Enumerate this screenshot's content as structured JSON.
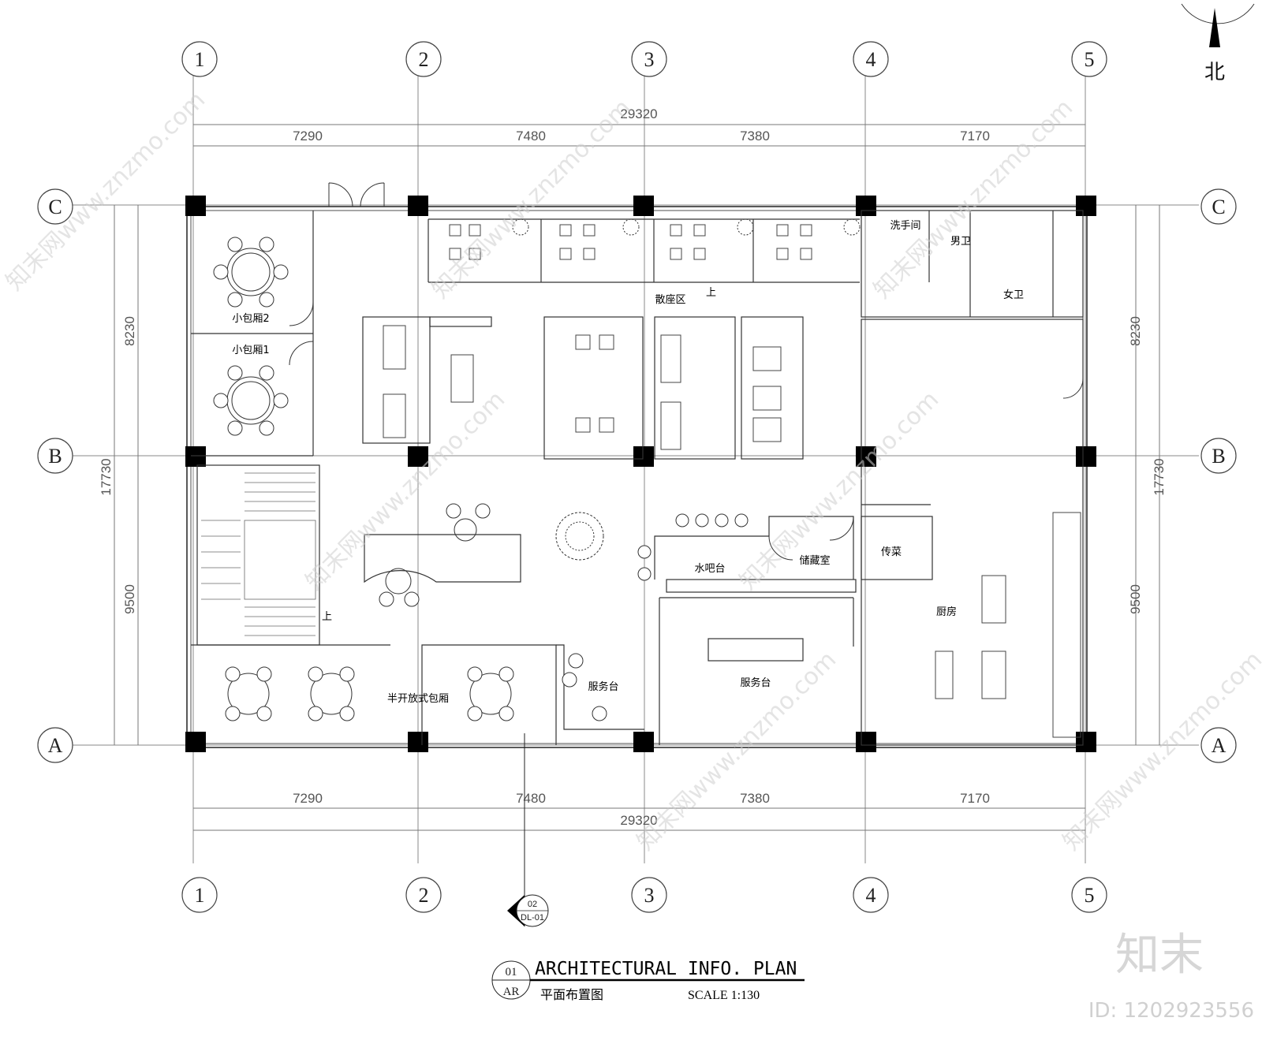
{
  "north_label": "北",
  "grid": {
    "columns": [
      "1",
      "2",
      "3",
      "4",
      "5"
    ],
    "rows": [
      "C",
      "B",
      "A"
    ]
  },
  "dimensions": {
    "total_width": "29320",
    "bays": [
      "7290",
      "7480",
      "7380",
      "7170"
    ],
    "total_depth": "17730",
    "row_spans": [
      "8230",
      "9500"
    ]
  },
  "rooms": {
    "private_room_2": "小包厢2",
    "private_room_1": "小包厢1",
    "open_seating": "散座区",
    "washroom": "洗手间",
    "mens_toilet": "男卫",
    "womens_toilet": "女卫",
    "water_bar": "水吧台",
    "storage": "储藏室",
    "serving_pass": "传菜",
    "kitchen": "厨房",
    "service_desk_left": "服务台",
    "service_desk_center": "服务台",
    "semi_open_rooms": "半开放式包厢",
    "stair_up": "上",
    "up_marker": "上"
  },
  "section_marker": {
    "number": "02",
    "sheet": "DL-01"
  },
  "title_block": {
    "number": "01",
    "sheet": "AR",
    "title": "ARCHITECTURAL  INFO.  PLAN",
    "subtitle": "平面布置图",
    "scale": "SCALE 1:130"
  },
  "watermark": {
    "text": "知末网www.znzmo.com",
    "logo": "知末",
    "id": "ID: 1202923556"
  }
}
